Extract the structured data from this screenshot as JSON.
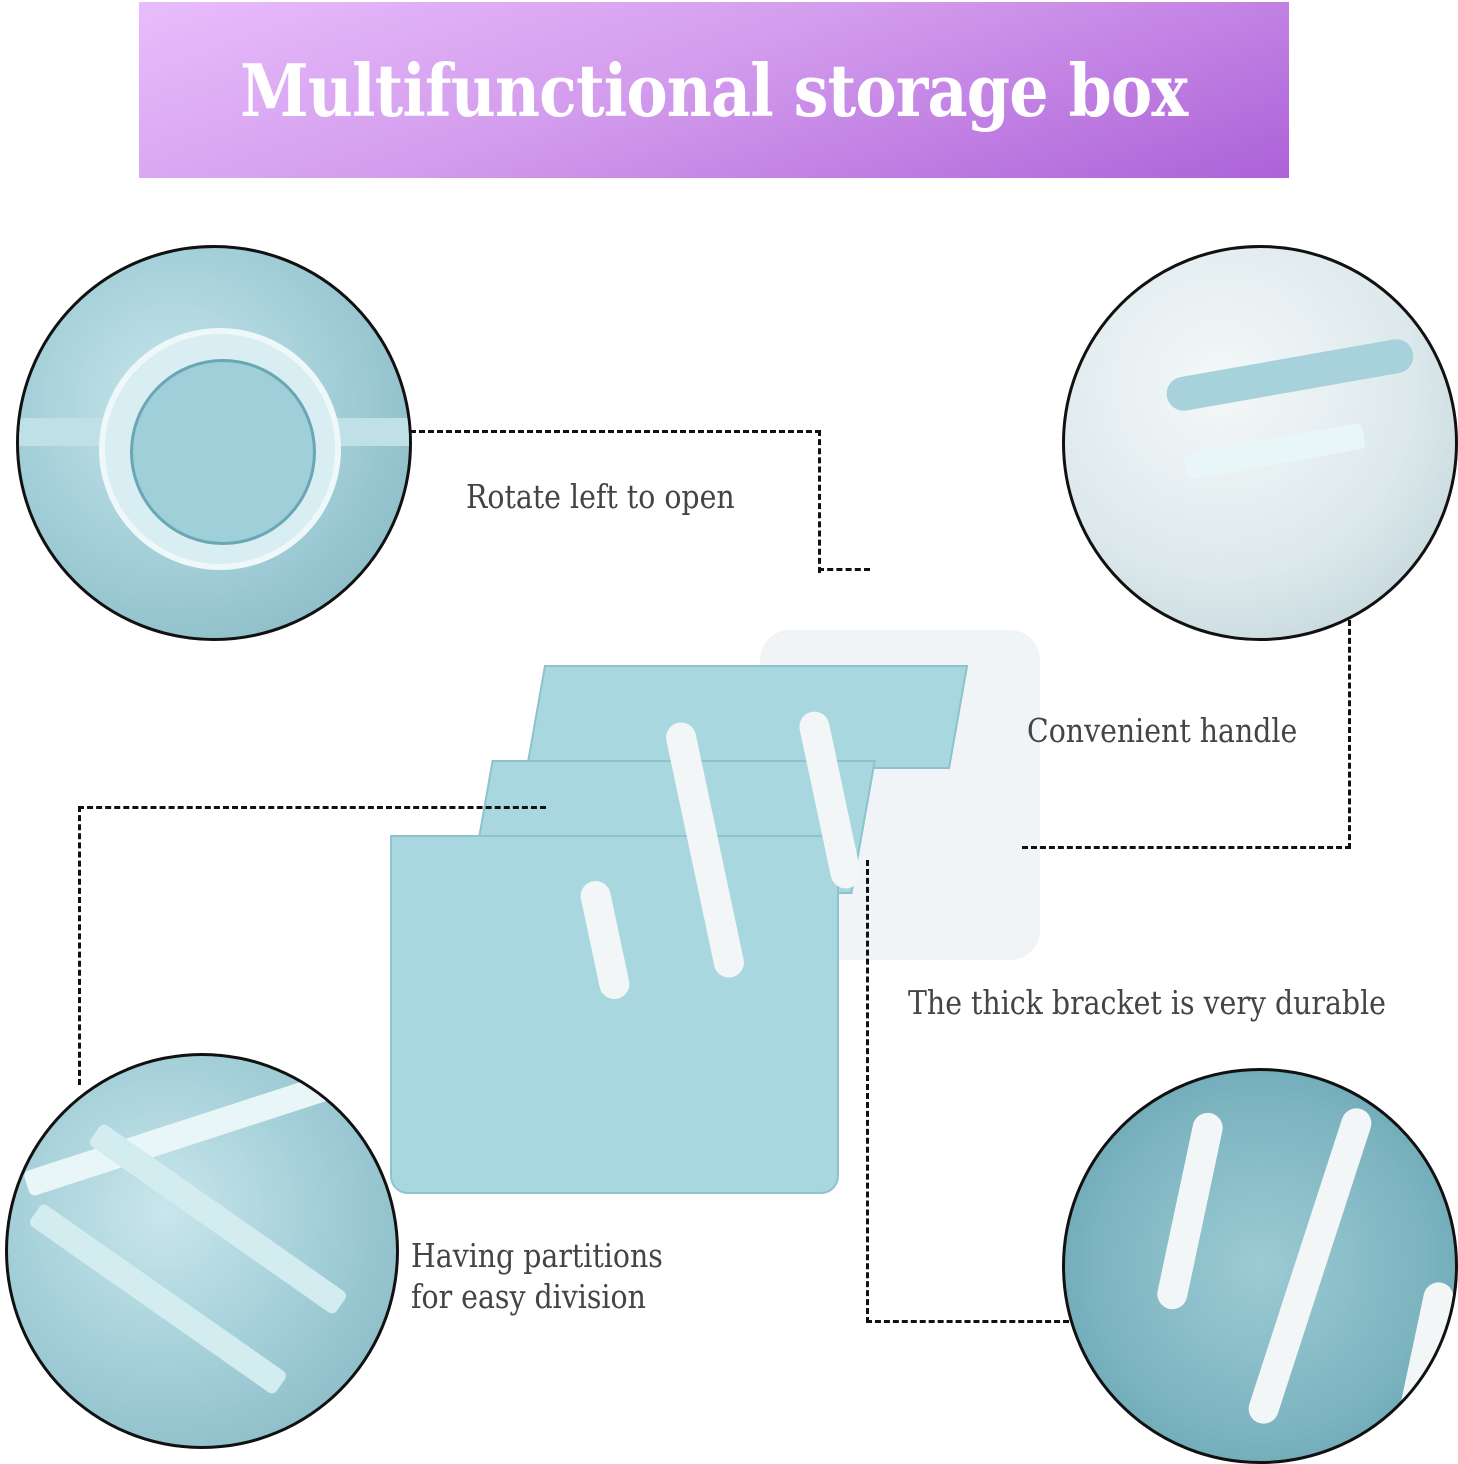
{
  "banner": {
    "title": "Multifunctional storage box",
    "gradient_colors": [
      "#e8bdfc",
      "#ad62d8"
    ]
  },
  "callouts": [
    {
      "label": "Rotate left to open",
      "detail": "rotating lock knob close-up"
    },
    {
      "label": "Convenient handle",
      "detail": "top carry handle close-up"
    },
    {
      "label": "The thick bracket is very durable",
      "detail": "white bracket arms close-up"
    },
    {
      "label": "Having partitions",
      "label_line2": "for easy division",
      "detail": "tray partitions close-up"
    }
  ],
  "colors": {
    "product": "#a9d7df",
    "text": "#444444",
    "dashed_line": "#111111"
  }
}
